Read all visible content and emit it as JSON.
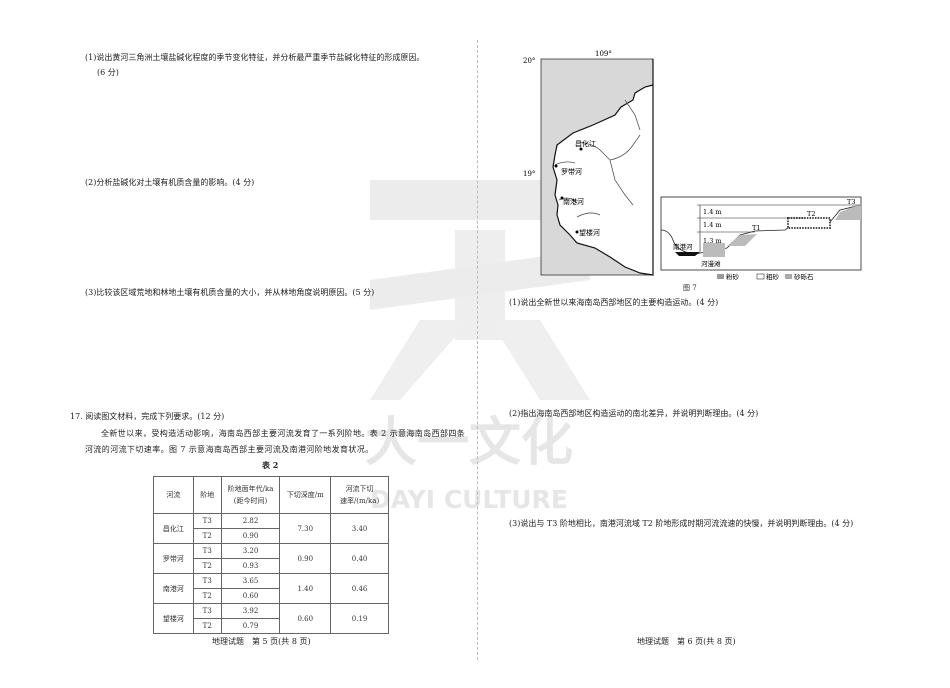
{
  "left": {
    "q1": "(1)说出黄河三角洲土壤盐碱化程度的季节变化特征，并分析最严重季节盐碱化特征的形成原因。",
    "q1_score": "(6 分)",
    "q2": "(2)分析盐碱化对土壤有机质含量的影响。(4 分)",
    "q3": "(3)比较该区域荒地和林地土壤有机质含量的大小，并从林地角度说明原因。(5 分)",
    "q17_title": "17. 阅读图文材料，完成下列要求。(12 分)",
    "q17_para1": "全新世以来，受构造活动影响，海南岛西部主要河流发育了一系列阶地。表 2 示意海南岛西部四条",
    "q17_para2": "河流的河流下切速率。图 7 示意海南岛西部主要河流及南港河阶地发育状况。",
    "table_caption": "表 2",
    "table": {
      "headers": [
        "河流",
        "阶地",
        "阶地面年代/ka",
        "(距今时间)",
        "下切深度/m",
        "河流下切",
        "速率/(m/ka)"
      ],
      "rows": [
        {
          "river": "昌化江",
          "t3": "T3",
          "t3_age": "2.82",
          "t2": "T2",
          "t2_age": "0.90",
          "depth": "7.30",
          "rate": "3.40"
        },
        {
          "river": "罗带河",
          "t3": "T3",
          "t3_age": "3.20",
          "t2": "T2",
          "t2_age": "0.93",
          "depth": "0.90",
          "rate": "0.40"
        },
        {
          "river": "南港河",
          "t3": "T3",
          "t3_age": "3.65",
          "t2": "T2",
          "t2_age": "0.60",
          "depth": "1.40",
          "rate": "0.46"
        },
        {
          "river": "望楼河",
          "t3": "T3",
          "t3_age": "3.92",
          "t2": "T2",
          "t2_age": "0.79",
          "depth": "0.60",
          "rate": "0.19"
        }
      ]
    },
    "footer": "地理试题　第 5 页(共 8 页)"
  },
  "right": {
    "map": {
      "lon": "109°",
      "lat20": "20°",
      "lat19": "19°",
      "rivers": [
        "昌化江",
        "罗带河",
        "南港河",
        "望楼河"
      ]
    },
    "profile": {
      "terraces": [
        "T1",
        "T2",
        "T3"
      ],
      "heights": [
        "1.4 m",
        "1.4 m",
        "1.3 m"
      ],
      "river": "南港河",
      "floodplain": "河漫滩",
      "legend": [
        "粉砂",
        "粗砂",
        "砂砾石"
      ]
    },
    "fig_caption": "图 7",
    "q1": "(1)说出全新世以来海南岛西部地区的主要构造运动。(4 分)",
    "q2": "(2)指出海南岛西部地区构造运动的南北差异，并说明判断理由。(4 分)",
    "q3": "(3)说出与 T3 阶地相比，南港河流域 T2 阶地形成时期河流流速的快慢，并说明判断理由。(4 分)",
    "footer": "地理试题　第 6 页(共 8 页)"
  },
  "watermark": {
    "cn": "大一文化",
    "en": "DAYI CULTURE"
  }
}
